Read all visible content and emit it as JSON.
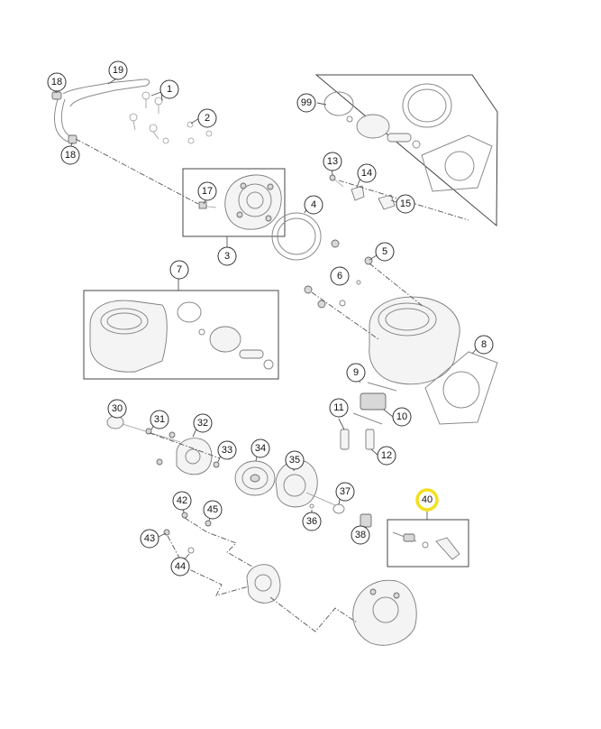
{
  "callouts": [
    {
      "id": "c1",
      "label": "1"
    },
    {
      "id": "c2",
      "label": "2"
    },
    {
      "id": "c3",
      "label": "3"
    },
    {
      "id": "c4",
      "label": "4"
    },
    {
      "id": "c5",
      "label": "5"
    },
    {
      "id": "c6",
      "label": "6"
    },
    {
      "id": "c7",
      "label": "7"
    },
    {
      "id": "c8",
      "label": "8"
    },
    {
      "id": "c9",
      "label": "9"
    },
    {
      "id": "c10",
      "label": "10"
    },
    {
      "id": "c11",
      "label": "11"
    },
    {
      "id": "c12",
      "label": "12"
    },
    {
      "id": "c13",
      "label": "13"
    },
    {
      "id": "c14",
      "label": "14"
    },
    {
      "id": "c15",
      "label": "15"
    },
    {
      "id": "c17",
      "label": "17"
    },
    {
      "id": "c18a",
      "label": "18"
    },
    {
      "id": "c18b",
      "label": "18"
    },
    {
      "id": "c19",
      "label": "19"
    },
    {
      "id": "c30",
      "label": "30"
    },
    {
      "id": "c31",
      "label": "31"
    },
    {
      "id": "c32",
      "label": "32"
    },
    {
      "id": "c33",
      "label": "33"
    },
    {
      "id": "c34",
      "label": "34"
    },
    {
      "id": "c35",
      "label": "35"
    },
    {
      "id": "c36",
      "label": "36"
    },
    {
      "id": "c37",
      "label": "37"
    },
    {
      "id": "c38",
      "label": "38"
    },
    {
      "id": "c40",
      "label": "40",
      "highlighted": true
    },
    {
      "id": "c42",
      "label": "42"
    },
    {
      "id": "c43",
      "label": "43"
    },
    {
      "id": "c44",
      "label": "44"
    },
    {
      "id": "c45",
      "label": "45"
    },
    {
      "id": "c99",
      "label": "99"
    }
  ],
  "colors": {
    "highlight": "#f2e020",
    "outline": "#333333",
    "part_stroke": "#8a8a8a"
  }
}
